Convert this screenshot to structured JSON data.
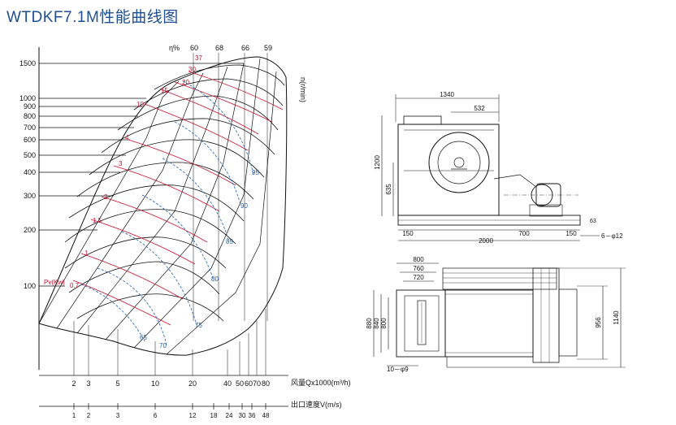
{
  "title": "WTDKF7.1M性能曲线图",
  "chart": {
    "y_axis_label": "n(r/min)",
    "y_ticks": [
      "1500",
      "1000",
      "900",
      "800",
      "700",
      "600",
      "500",
      "400",
      "300",
      "200",
      "100"
    ],
    "eta_label": "η%",
    "eta_top_values": [
      "60",
      "68",
      "66",
      "59"
    ],
    "eta_red_value": "37",
    "x_axis_label": "风量Qx1000(m³/h)",
    "x_ticks": [
      "2",
      "3",
      "5",
      "10",
      "20",
      "40",
      "50",
      "60",
      "70",
      "80"
    ],
    "v_axis_label": "出口速度V(m/s)",
    "v_ticks": [
      "1",
      "2",
      "3",
      "6",
      "12",
      "18",
      "24",
      "30",
      "36",
      "48"
    ],
    "power_label": "Pv(Kw)",
    "power_values": [
      "0.7",
      "1",
      "1.5",
      "2",
      "3",
      "4",
      "10",
      "15",
      "20",
      "30"
    ],
    "noise_values": [
      "95",
      "90",
      "85",
      "80",
      "75",
      "70",
      "65"
    ]
  },
  "drawing": {
    "top_view_dims": [
      "1340",
      "532",
      "1200",
      "635",
      "150",
      "700",
      "150",
      "2000",
      "63"
    ],
    "hole_spec": "6－φ12",
    "bottom_view_dims": [
      "800",
      "760",
      "720",
      "880",
      "840",
      "800",
      "956",
      "1140"
    ],
    "bottom_hole_spec": "10－φ9"
  },
  "colors": {
    "title": "#1f4f8f",
    "power_curves": "#c8102e",
    "noise_curves": "#1a5fb4",
    "lines": "#111111"
  }
}
